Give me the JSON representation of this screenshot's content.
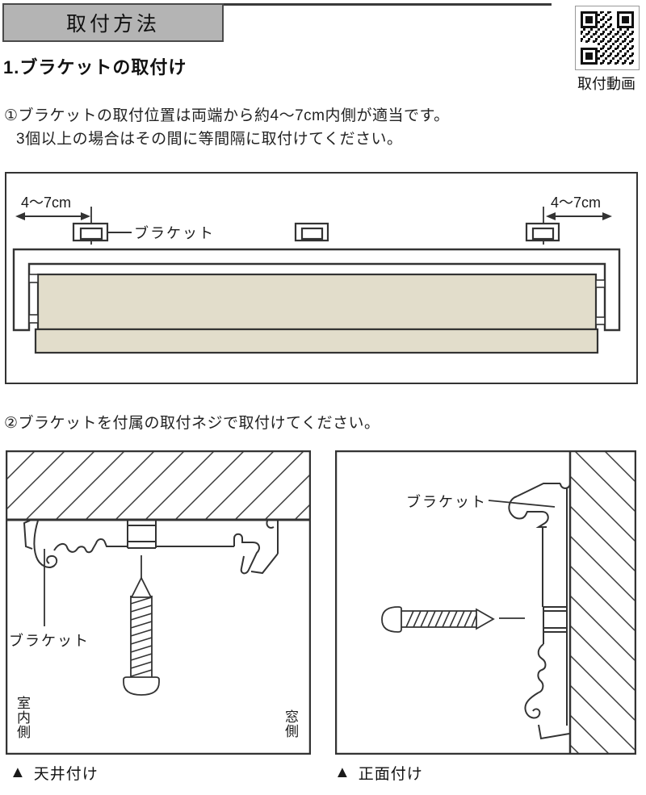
{
  "header": {
    "title": "取付方法",
    "qr_caption": "取付動画"
  },
  "section_title": "1.ブラケットの取付け",
  "steps": {
    "step1_line1": "①ブラケットの取付位置は両端から約4〜7cm内側が適当です。",
    "step1_line2": "3個以上の場合はその間に等間隔に取付けてください。",
    "step2": "②ブラケットを付属の取付ネジで取付けてください。"
  },
  "diagram_positions": {
    "dim_left": "4〜7cm",
    "dim_right": "4〜7cm",
    "bracket_label": "ブラケット",
    "panel_color": "#e2ddcb"
  },
  "diagram_ceiling": {
    "bracket_label": "ブラケット",
    "room_side": "室内側",
    "window_side": "窓側",
    "caption": "天井付け"
  },
  "diagram_front": {
    "bracket_label": "ブラケット",
    "caption": "正面付け"
  },
  "icons": {
    "triangle_marker": "▲"
  }
}
